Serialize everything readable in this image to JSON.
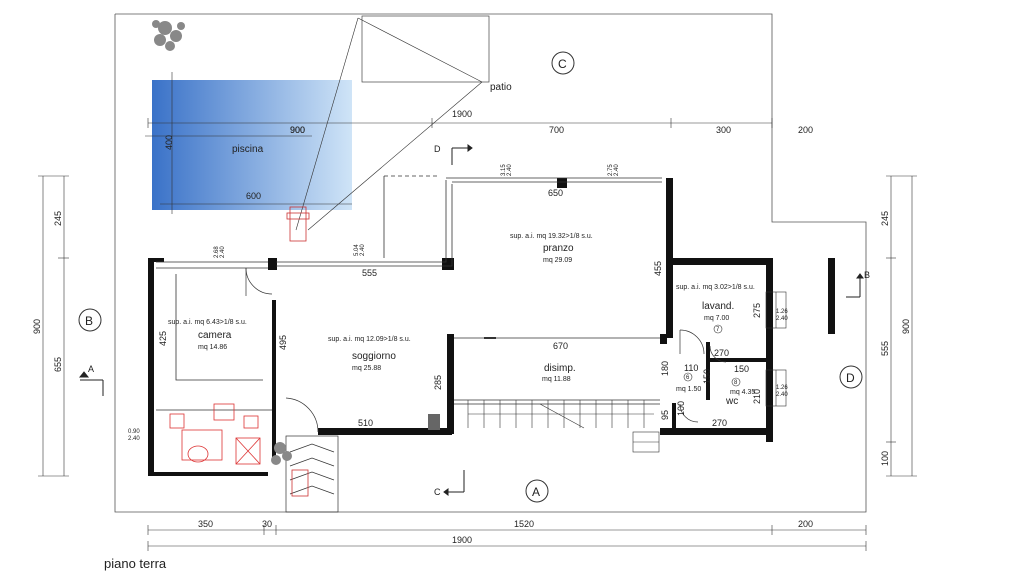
{
  "caption": "piano terra",
  "markers": {
    "A": "A",
    "B": "B",
    "C": "C",
    "D": "D"
  },
  "section_cuts": {
    "a": "A",
    "b": "B",
    "c": "C",
    "d": "D"
  },
  "outdoor": {
    "pool": "piscina",
    "patio": "patio",
    "pool_w": "900",
    "pool_h": "400",
    "pool_inner": "600"
  },
  "rooms": {
    "camera": {
      "name": "camera",
      "area": "mq 14.86",
      "sup": "sup. a.i. mq 6.43>1/8 s.u."
    },
    "soggiorno": {
      "name": "soggiorno",
      "area": "mq 25.88",
      "sup": "sup. a.i. mq 12.09>1/8 s.u."
    },
    "pranzo": {
      "name": "pranzo",
      "area": "mq 29.09",
      "sup": "sup. a.i. mq 19.32>1/8 s.u."
    },
    "lavand": {
      "name": "lavand.",
      "area": "mq 7.00",
      "sup": "sup. a.i. mq 3.02>1/8 s.u.",
      "num": "7"
    },
    "disimp": {
      "name": "disimp.",
      "area": "mq 11.88"
    },
    "r6": {
      "area": "mq 1.50",
      "num": "6"
    },
    "wc": {
      "name": "wc",
      "area": "mq 4.35",
      "num": "8"
    }
  },
  "dims": {
    "top_total": "1900",
    "top_a": "900",
    "top_b": "700",
    "top_c": "300",
    "top_d": "200",
    "bot_a": "350",
    "bot_b": "30",
    "bot_c": "1520",
    "bot_d": "200",
    "bot_total": "1900",
    "left_total": "900",
    "left_a": "245",
    "left_b": "655",
    "right_total": "900",
    "right_a": "245",
    "right_b": "555",
    "right_c": "100",
    "w650": "650",
    "w555": "555",
    "w670": "670",
    "w510": "510",
    "w270a": "270",
    "w270b": "270",
    "v455": "455",
    "v425": "425",
    "v495": "495",
    "v285": "285",
    "v180": "180",
    "v95": "95",
    "v275": "275",
    "v210": "210",
    "v110": "110",
    "v150a": "150",
    "v150b": "150",
    "v100": "100",
    "win_268": "2.68",
    "win_240a": "2.40",
    "win_504": "5.04",
    "win_240b": "2.40",
    "win_315": "3.15",
    "win_240c": "2.40",
    "win_275": "2.75",
    "win_240d": "2.40",
    "win_126a": "1.26",
    "win_240e": "2.40",
    "win_126b": "1.26",
    "win_240f": "2.40",
    "win_090": "0.90",
    "win_240g": "2.40"
  }
}
